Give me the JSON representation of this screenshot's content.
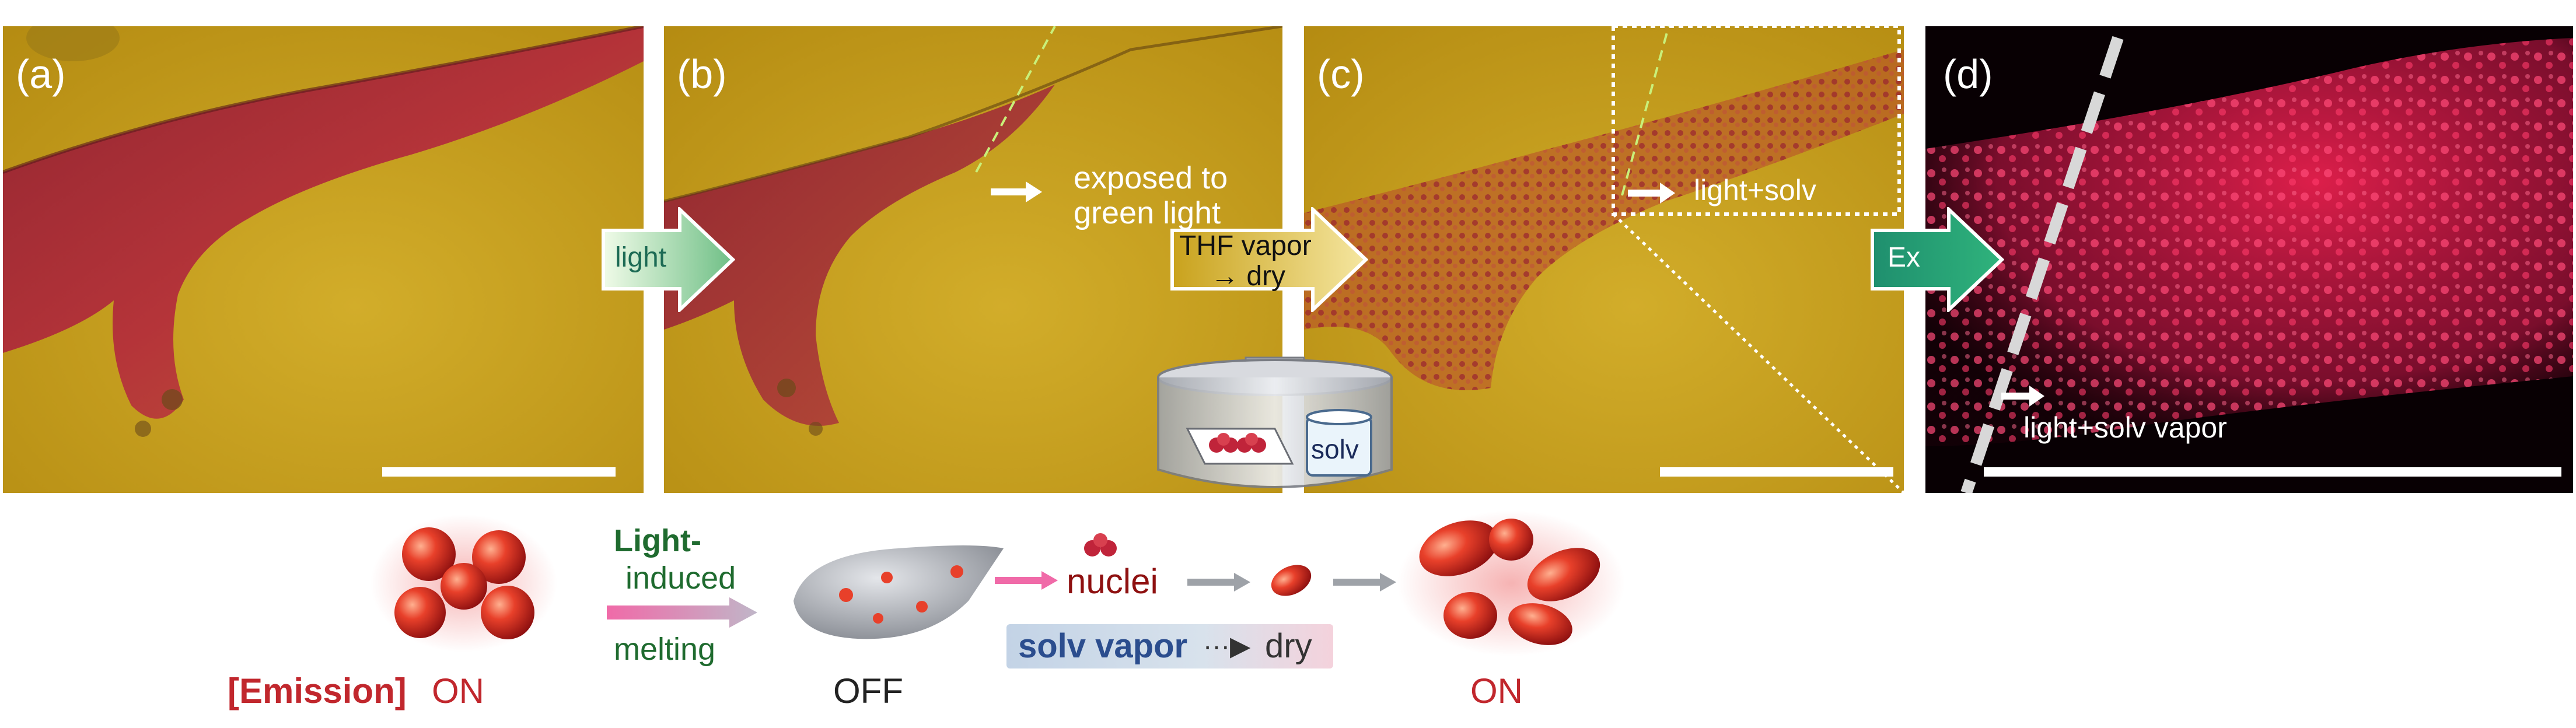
{
  "panels": {
    "a": {
      "label": "(a)"
    },
    "b": {
      "label": "(b)",
      "annotation_line1": "exposed to",
      "annotation_line2": "green light"
    },
    "c": {
      "label": "(c)",
      "annotation": "light+solv"
    },
    "d": {
      "label": "(d)",
      "annotation": "light+solv vapor"
    }
  },
  "arrows": {
    "light": "light",
    "thf_line1": "THF vapor",
    "thf_line2": "→ dry",
    "ex": "Ex"
  },
  "inset": {
    "jar_label": "solv"
  },
  "scheme": {
    "emission_label": "[Emission]",
    "state_on_left": "ON",
    "step_line1": "Light-",
    "step_line2": "induced",
    "step_line3": "melting",
    "state_off": "OFF",
    "nuclei": "nuclei",
    "solv_vapor": "solv vapor",
    "dots_arrow": "···▶",
    "dry": "dry",
    "state_on_right": "ON"
  },
  "colors": {
    "film_yellow": "#c9a21c",
    "crystal_red": "#b3283c",
    "emission_red": "#e8204e",
    "text_red": "#c1272d",
    "text_green": "#1f6b2f",
    "text_blue": "#2b4d8e"
  }
}
